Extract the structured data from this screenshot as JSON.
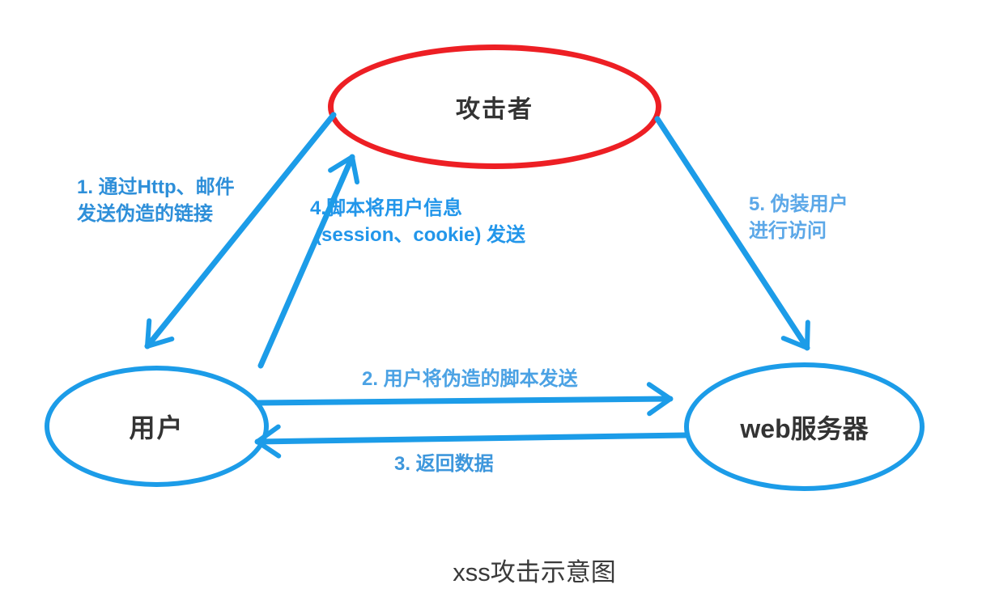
{
  "diagram": {
    "caption": "xss攻击示意图",
    "nodes": {
      "attacker": {
        "label": "攻击者"
      },
      "user": {
        "label": "用户"
      },
      "webserver": {
        "label": "web服务器"
      }
    },
    "steps": {
      "step1": {
        "line1": "1. 通过Http、邮件",
        "line2": "发送伪造的链接"
      },
      "step2": {
        "label": "2. 用户将伪造的脚本发送"
      },
      "step3": {
        "label": "3. 返回数据"
      },
      "step4": {
        "line1": "4.脚本将用户信息",
        "line2": "(session、cookie) 发送"
      },
      "step5": {
        "line1": "5. 伪装用户",
        "line2": "进行访问"
      }
    },
    "colors": {
      "arrow_blue": "#1C9CE8",
      "node_red": "#ED1F24",
      "node_blue": "#1C9CE8",
      "label_blue": "#3E97DC",
      "text_dark": "#333333"
    }
  }
}
